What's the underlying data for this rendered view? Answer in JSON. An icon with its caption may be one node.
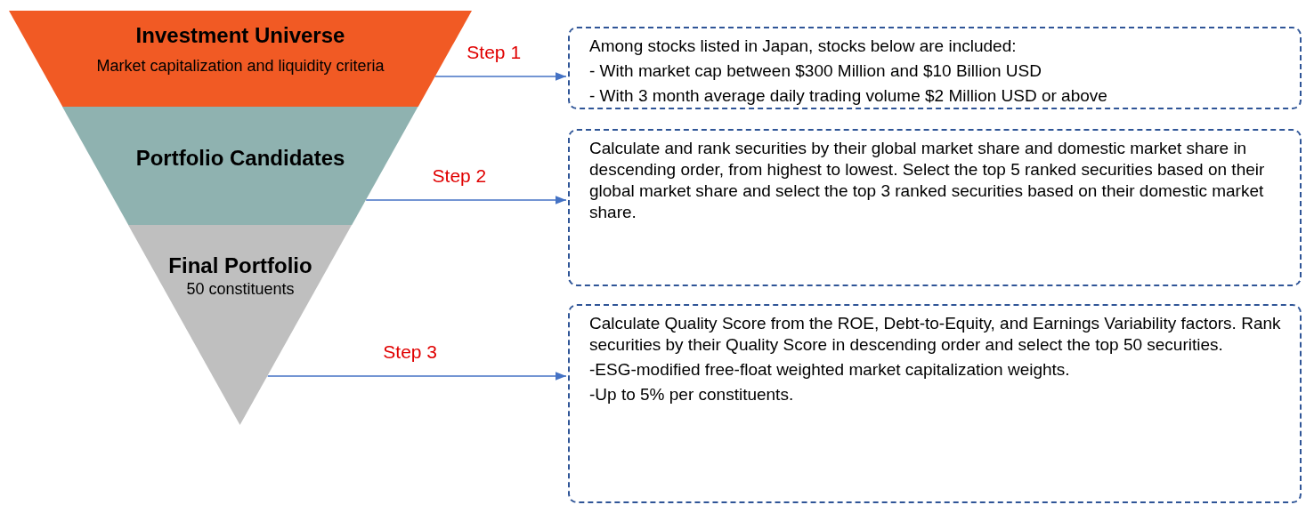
{
  "diagram": {
    "nodes": [
      {
        "text": [
          "Investment Universe",
          "Market capitalization and liquidity criteria"
        ]
      },
      {
        "text": [
          "Portfolio Candidates"
        ]
      },
      {
        "text": [
          "Final Portfolio",
          "50 constituents"
        ]
      },
      {
        "text": [
          "Among stocks listed in Japan, stocks below are included:",
          "- With market cap between $300 Million and $10 Billion USD",
          "- With 3 month average daily trading volume $2 Million USD or above"
        ]
      },
      {
        "text": [
          "Calculate and rank securities by their global market share and domestic market share in descending order, from highest to lowest. Select the top 5 ranked securities based on their global market share and select the top 3 ranked securities based on their domestic market share."
        ]
      },
      {
        "text": [
          "Calculate Quality Score from the ROE, Debt-to-Equity, and Earnings Variability factors. Rank securities by their Quality Score in descending order and select the top 50 securities.",
          "-ESG-modified free-float weighted market capitalization weights.",
          "-Up to 5% per constituents."
        ]
      }
    ],
    "edges": [
      {
        "from": 0,
        "to": 3,
        "arrow": "to",
        "label": "Step 1"
      },
      {
        "from": 1,
        "to": 4,
        "arrow": "to",
        "label": "Step 2"
      },
      {
        "from": 2,
        "to": 5,
        "arrow": "to",
        "label": "Step 3"
      }
    ]
  }
}
